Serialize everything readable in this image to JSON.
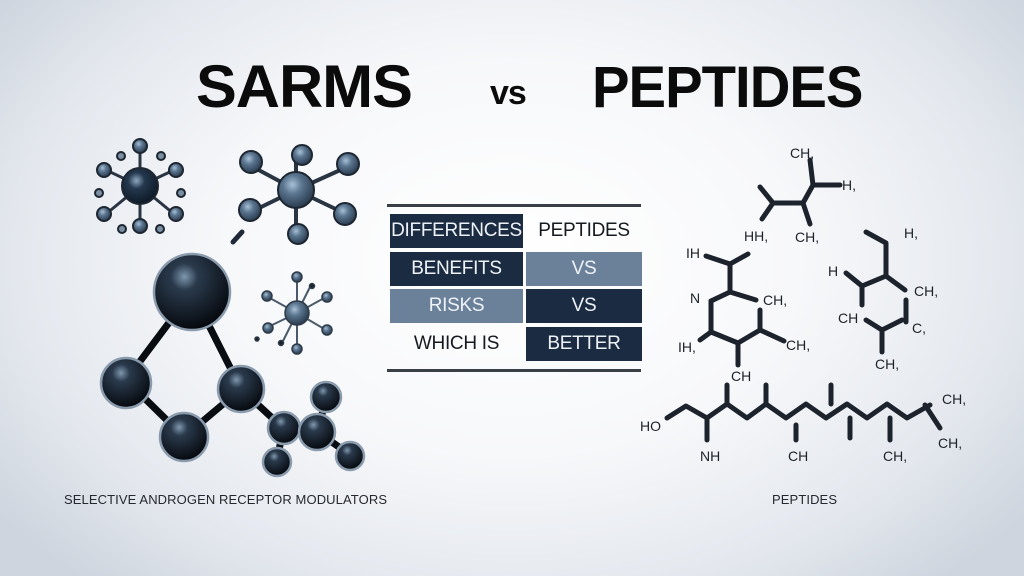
{
  "title": {
    "left": "SARMS",
    "separator": "vs",
    "right": "PEPTIDES"
  },
  "comparison_table": {
    "rows": [
      [
        {
          "label": "DIFFERENCES",
          "style": "dark"
        },
        {
          "label": "PEPTIDES",
          "style": "plain"
        }
      ],
      [
        {
          "label": "BENEFITS",
          "style": "dark"
        },
        {
          "label": "VS",
          "style": "light"
        }
      ],
      [
        {
          "label": "RISKS",
          "style": "light"
        },
        {
          "label": "VS",
          "style": "dark"
        }
      ],
      [
        {
          "label": "WHICH IS",
          "style": "plain"
        },
        {
          "label": "BETTER",
          "style": "dark"
        }
      ]
    ]
  },
  "left_panel": {
    "illustration": "sarms-molecule-models-icon",
    "caption": "SELECTIVE ANDROGEN RECEPTOR MODULATORS"
  },
  "right_panel": {
    "illustration": "peptide-structural-formulas",
    "caption": "PEPTIDES",
    "formula_labels": {
      "top": [
        "CH,",
        "H,",
        "HH,",
        "CH,"
      ],
      "middle_left": [
        "IH",
        "N",
        "CH,",
        "IH,",
        "CH,",
        "CH"
      ],
      "middle_right": [
        "H,",
        "H",
        "CH,",
        "CH",
        "C,",
        "CH,"
      ],
      "chain": [
        "HO",
        "NH",
        "CH",
        "CH,",
        "CH,",
        "CH,"
      ]
    }
  },
  "colors": {
    "dark_cell": "#1b2c42",
    "light_cell": "#6b819a",
    "title_text": "#0b0b0b",
    "atom_dark": "#0f1620",
    "atom_blue": "#5b7690"
  }
}
